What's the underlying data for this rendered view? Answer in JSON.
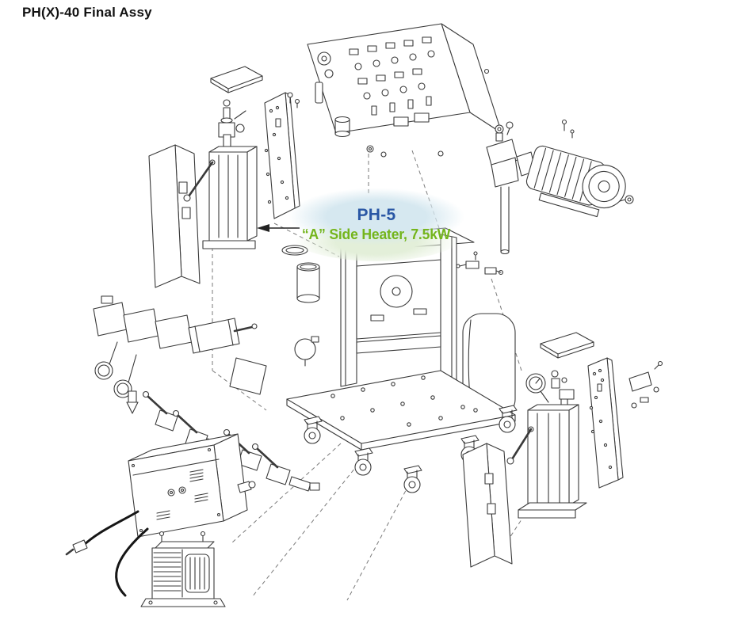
{
  "page": {
    "title": "PH(X)-40 Final Assy"
  },
  "callout": {
    "part_id": "PH-5",
    "description": "“A” Side Heater, 7.5kW"
  },
  "colors": {
    "title-color": "#111111",
    "line-color": "#3a3a3a",
    "dash-color": "#7a7a7a",
    "callout-id": "#2a57a5",
    "callout-desc": "#74b51c",
    "callout-bubble": "#d6e8f0"
  }
}
